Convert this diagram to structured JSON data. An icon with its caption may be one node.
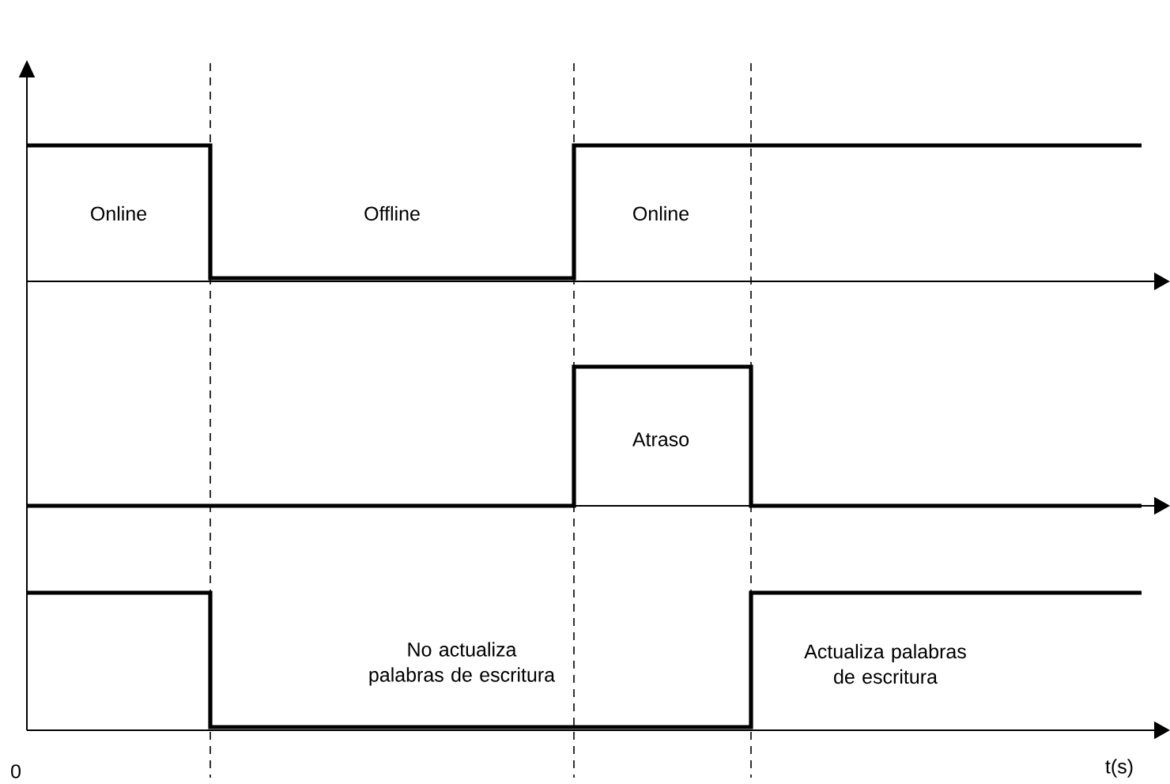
{
  "diagram": {
    "labels": [
      "Online",
      "Offline",
      "Online",
      "Atraso",
      "No actualiza palabras de escritura",
      "Actualiza palabras de escritura",
      "0",
      "t(s)"
    ]
  }
}
